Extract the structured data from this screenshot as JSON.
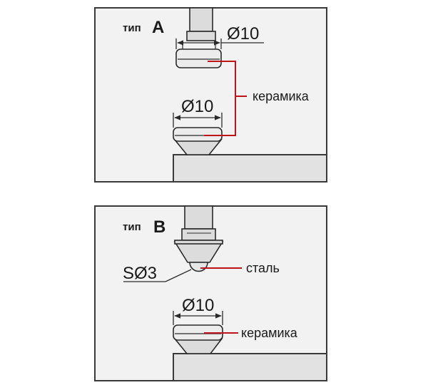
{
  "panel_a": {
    "type_word": "тип",
    "type_letter": "A",
    "upper_dimension": "Ø10",
    "lower_dimension": "Ø10",
    "material_label": "керамика"
  },
  "panel_b": {
    "type_word": "тип",
    "type_letter": "B",
    "tip_dimension": "SØ3",
    "tip_material_label": "сталь",
    "lower_dimension": "Ø10",
    "lower_material_label": "керамика"
  },
  "colors": {
    "panel_fill": "#f2f2f2",
    "panel_stroke": "#3a3a3a",
    "metal_fill": "#dcdcdc",
    "base_fill": "#e2e2e2",
    "leader_red": "#c0141c",
    "line_dark": "#2a2a2a"
  }
}
